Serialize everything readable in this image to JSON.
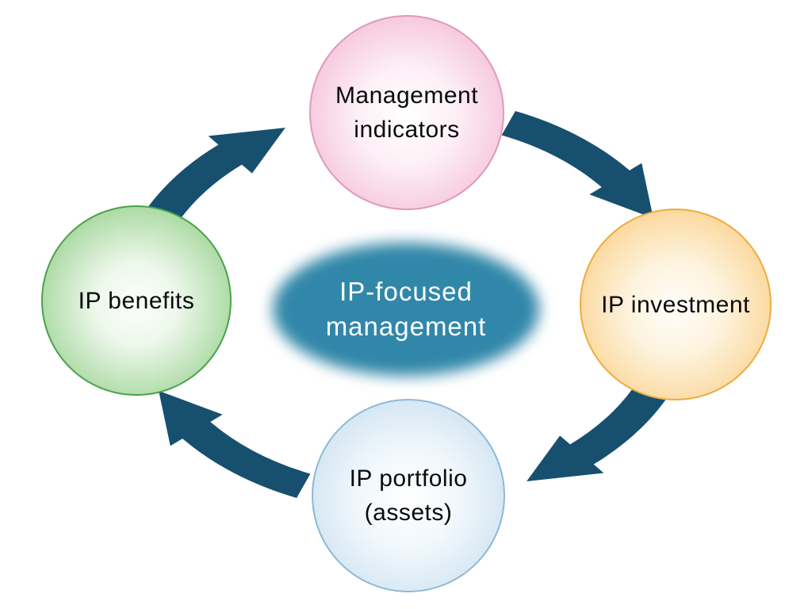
{
  "diagram": {
    "center_ellipse": {
      "line1": "IP-focused",
      "line2": "management"
    },
    "nodes": {
      "top": {
        "line1": "Management",
        "line2": "indicators"
      },
      "right": {
        "line1": "IP investment",
        "line2": ""
      },
      "bottom": {
        "line1": "IP portfolio",
        "line2": "(assets)"
      },
      "left": {
        "line1": "IP benefits",
        "line2": ""
      }
    },
    "colors": {
      "arrow": "#17506f",
      "node_top_edge": "#f1b4cf",
      "node_right_edge": "#f8c46a",
      "node_bottom_edge": "#bed9ec",
      "node_left_edge": "#7cc579",
      "center_fill": "#3187a9"
    }
  }
}
